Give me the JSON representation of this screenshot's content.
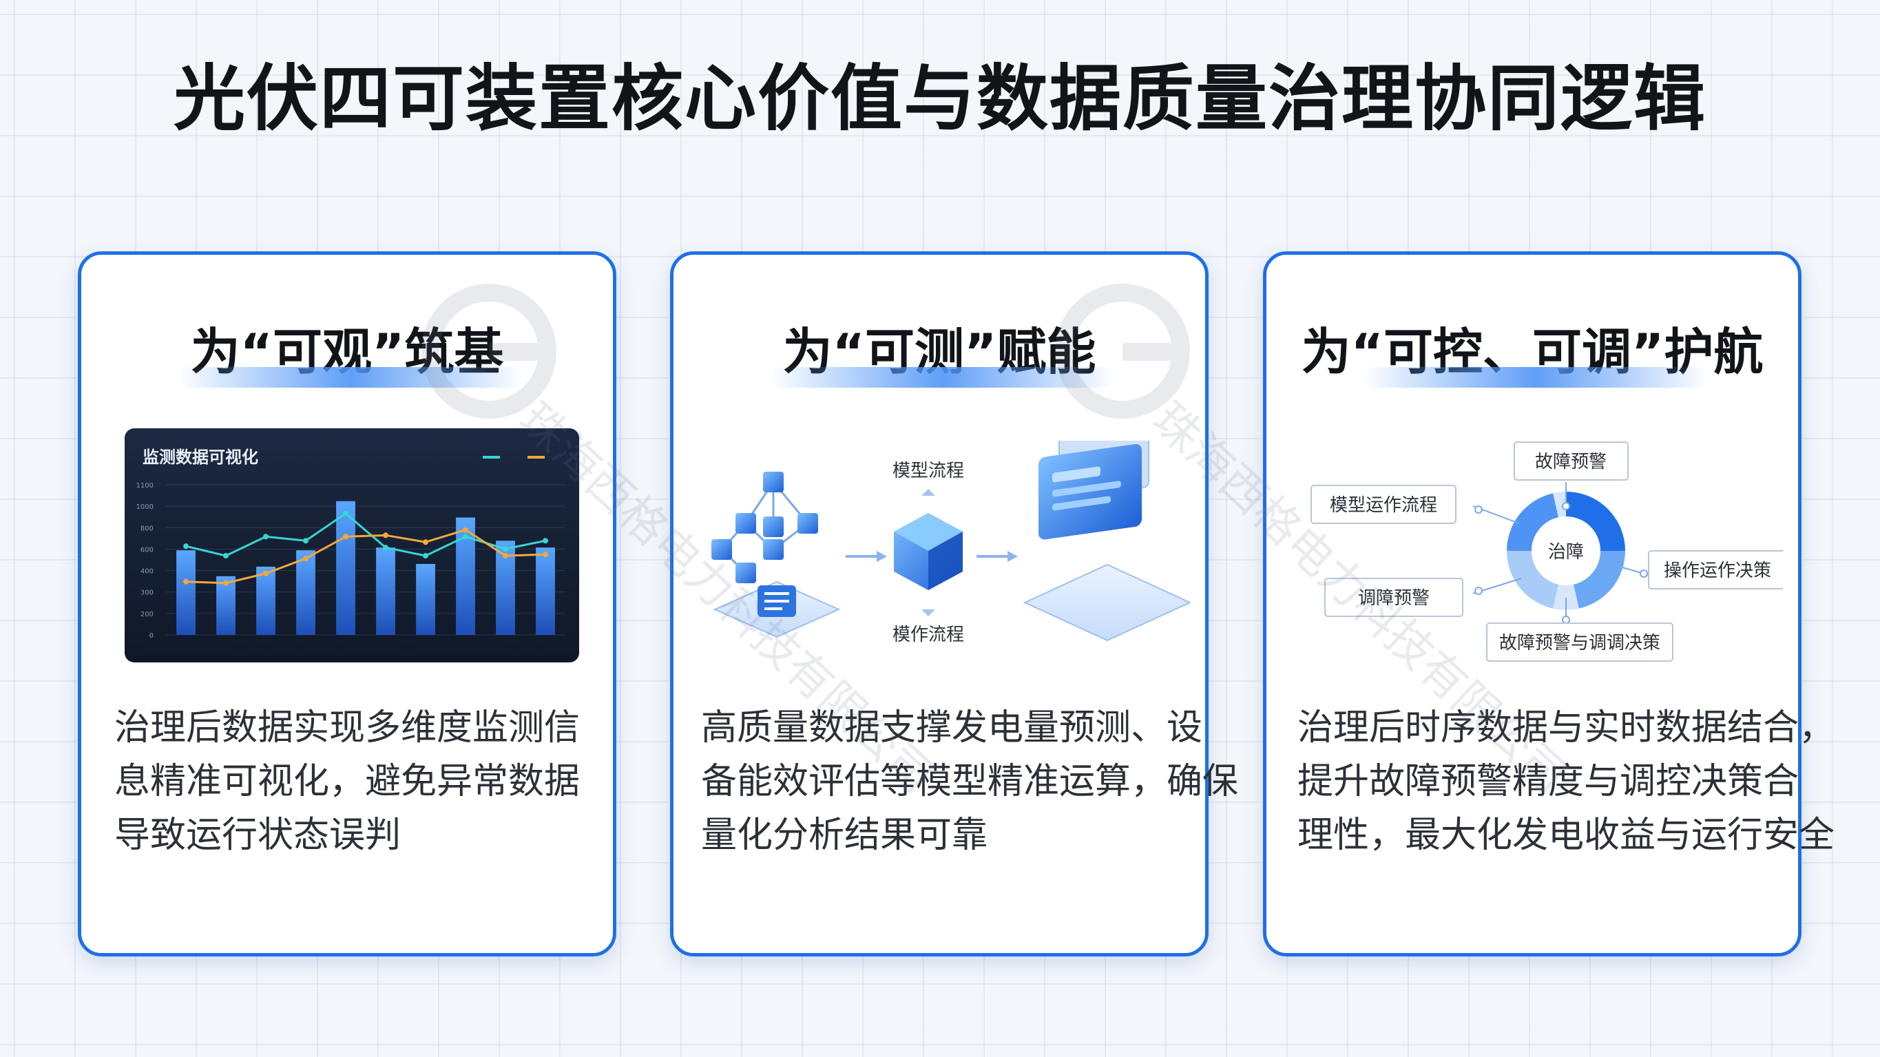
{
  "title": "光伏四可装置核心价值与数据质量治理协同逻辑",
  "cards": [
    {
      "title": "为“可观”筑基",
      "panel_title": "监测数据可视化",
      "body": [
        "治理后数据实现多维度监测信",
        "息精准可视化，避免异常数据",
        "导致运行状态误判"
      ]
    },
    {
      "title": "为“可测”赋能",
      "labels": [
        "模型流程",
        "模作流程"
      ],
      "body": [
        "高质量数据支撑发电量预测、设",
        "备能效评估等模型精准运算，确保",
        "量化分析结果可靠"
      ]
    },
    {
      "title": "为“可控、可调”护航",
      "center_label": "治障",
      "labels": [
        "故障预警",
        "模型运作流程",
        "操作运作决策",
        "调障预警",
        "故障预警与调调决策"
      ],
      "body": [
        "治理后时序数据与实时数据结合，",
        "提升故障预警精度与调控决策合",
        "理性，最大化发电收益与运行安全"
      ]
    }
  ],
  "watermark": {
    "text": "珠海西格电力科技有限公司"
  },
  "colors": {
    "accent": "#1f6fe8",
    "panel_bg": "#17233a",
    "bar_gradient_top": "#5aa7ff",
    "bar_gradient_bottom": "#1d4fb8",
    "line_cyan": "#37d6d0",
    "line_orange": "#f2a83b"
  },
  "chart_data": {
    "type": "bar",
    "title": "监测数据可视化",
    "categories": [
      "",
      "",
      "",
      "",
      "",
      "",
      "",
      "",
      "",
      ""
    ],
    "ylim": [
      0,
      1100
    ],
    "yticks": [
      "1100",
      "1000",
      "800",
      "600",
      "400",
      "300",
      "200",
      "0"
    ],
    "values": [
      620,
      430,
      500,
      620,
      980,
      640,
      520,
      860,
      690,
      640
    ],
    "series": [
      {
        "values": [
          650,
          580,
          720,
          690,
          890,
          640,
          580,
          720,
          630,
          690
        ]
      },
      {
        "values": [
          390,
          380,
          450,
          560,
          720,
          730,
          680,
          770,
          580,
          590
        ]
      }
    ],
    "grid": true,
    "legend": "top-right"
  }
}
